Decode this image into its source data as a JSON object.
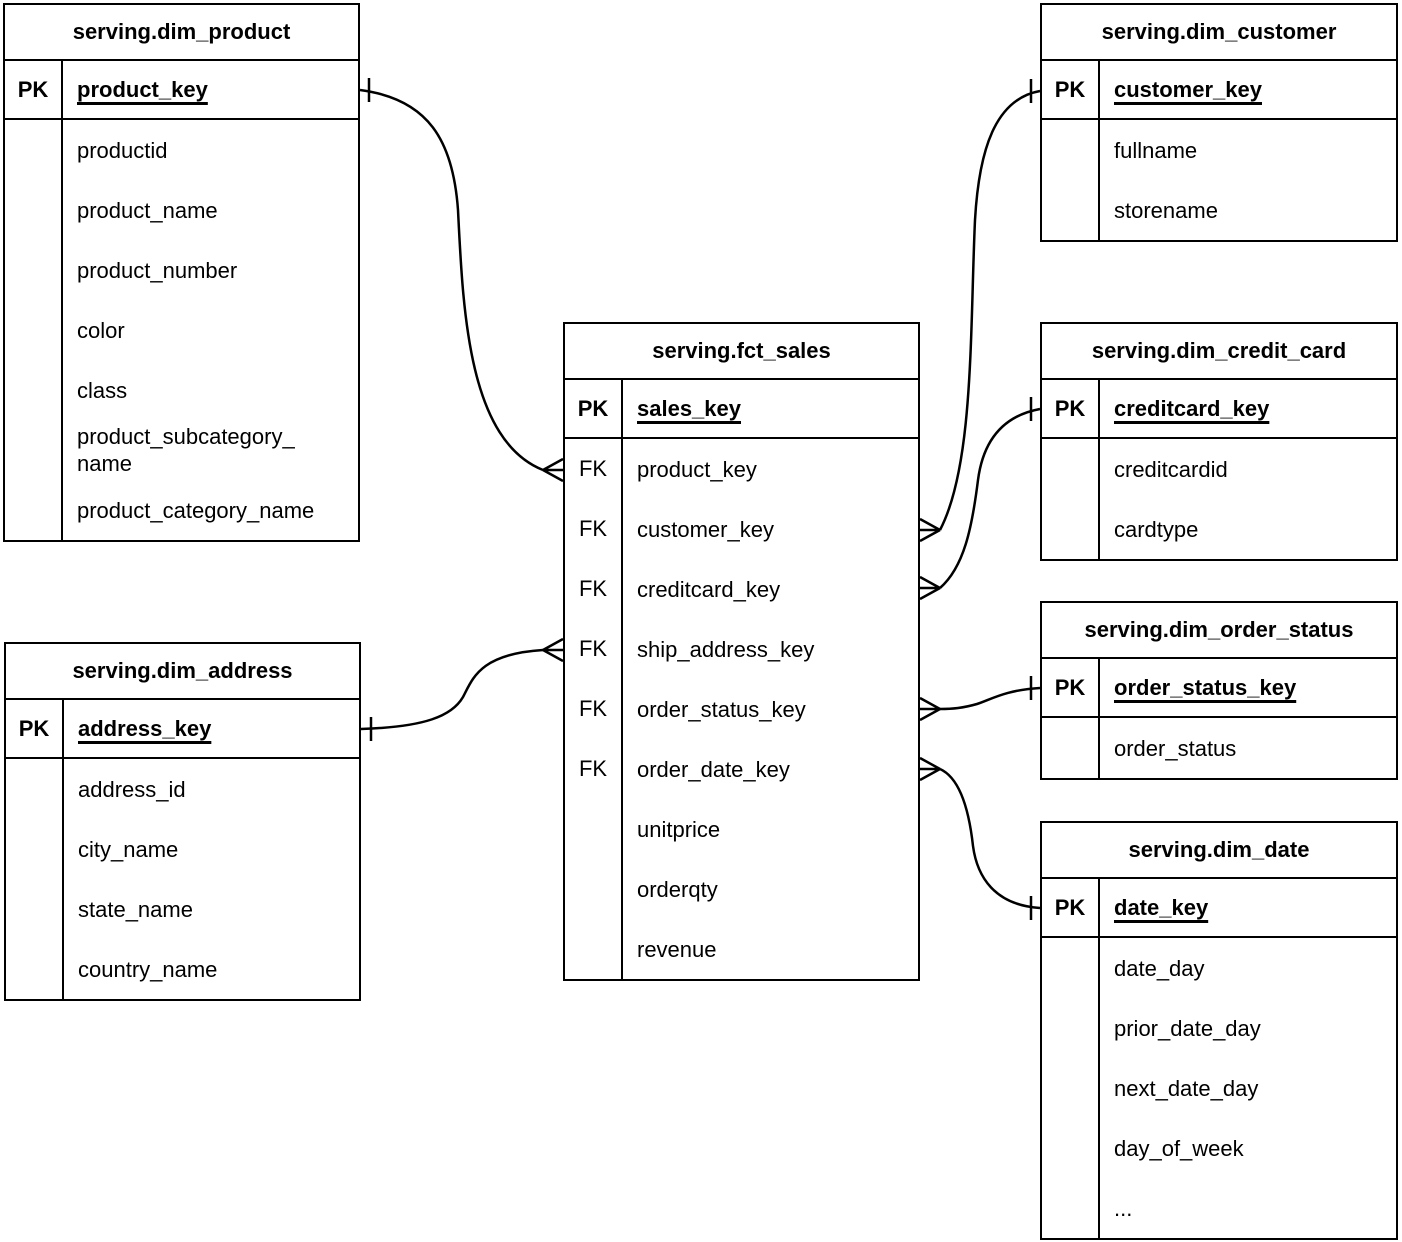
{
  "diagram": {
    "colors": {
      "line": "#000000",
      "background": "#ffffff",
      "text": "#000000"
    },
    "tables": [
      {
        "id": "dim_product",
        "title": "serving.dim_product",
        "pk_label": "PK",
        "pk_field": "product_key",
        "fields": [
          {
            "key_label": "",
            "name": "productid"
          },
          {
            "key_label": "",
            "name": "product_name"
          },
          {
            "key_label": "",
            "name": "product_number"
          },
          {
            "key_label": "",
            "name": "color"
          },
          {
            "key_label": "",
            "name": "class"
          },
          {
            "key_label": "",
            "name": "product_subcategory_name"
          },
          {
            "key_label": "",
            "name": "product_category_name"
          }
        ]
      },
      {
        "id": "dim_customer",
        "title": "serving.dim_customer",
        "pk_label": "PK",
        "pk_field": "customer_key",
        "fields": [
          {
            "key_label": "",
            "name": "fullname"
          },
          {
            "key_label": "",
            "name": "storename"
          }
        ]
      },
      {
        "id": "fct_sales",
        "title": "serving.fct_sales",
        "pk_label": "PK",
        "pk_field": "sales_key",
        "fields": [
          {
            "key_label": "FK",
            "name": "product_key"
          },
          {
            "key_label": "FK",
            "name": "customer_key"
          },
          {
            "key_label": "FK",
            "name": "creditcard_key"
          },
          {
            "key_label": "FK",
            "name": "ship_address_key"
          },
          {
            "key_label": "FK",
            "name": "order_status_key"
          },
          {
            "key_label": "FK",
            "name": "order_date_key"
          },
          {
            "key_label": "",
            "name": "unitprice"
          },
          {
            "key_label": "",
            "name": "orderqty"
          },
          {
            "key_label": "",
            "name": "revenue"
          }
        ]
      },
      {
        "id": "dim_credit_card",
        "title": "serving.dim_credit_card",
        "pk_label": "PK",
        "pk_field": "creditcard_key",
        "fields": [
          {
            "key_label": "",
            "name": "creditcardid"
          },
          {
            "key_label": "",
            "name": "cardtype"
          }
        ]
      },
      {
        "id": "dim_order_status",
        "title": "serving.dim_order_status",
        "pk_label": "PK",
        "pk_field": "order_status_key",
        "fields": [
          {
            "key_label": "",
            "name": "order_status"
          }
        ]
      },
      {
        "id": "dim_date",
        "title": "serving.dim_date",
        "pk_label": "PK",
        "pk_field": "date_key",
        "fields": [
          {
            "key_label": "",
            "name": "date_day"
          },
          {
            "key_label": "",
            "name": "prior_date_day"
          },
          {
            "key_label": "",
            "name": "next_date_day"
          },
          {
            "key_label": "",
            "name": "day_of_week"
          },
          {
            "key_label": "",
            "name": "..."
          }
        ]
      },
      {
        "id": "dim_address",
        "title": "serving.dim_address",
        "pk_label": "PK",
        "pk_field": "address_key",
        "fields": [
          {
            "key_label": "",
            "name": "address_id"
          },
          {
            "key_label": "",
            "name": "city_name"
          },
          {
            "key_label": "",
            "name": "state_name"
          },
          {
            "key_label": "",
            "name": "country_name"
          }
        ]
      }
    ],
    "relationships": [
      {
        "many_end": "serving.fct_sales.product_key",
        "one_end": "serving.dim_product.product_key",
        "notation": "crow-foot-many-to-one"
      },
      {
        "many_end": "serving.fct_sales.customer_key",
        "one_end": "serving.dim_customer.customer_key",
        "notation": "crow-foot-many-to-one"
      },
      {
        "many_end": "serving.fct_sales.creditcard_key",
        "one_end": "serving.dim_credit_card.creditcard_key",
        "notation": "crow-foot-many-to-one"
      },
      {
        "many_end": "serving.fct_sales.ship_address_key",
        "one_end": "serving.dim_address.address_key",
        "notation": "crow-foot-many-to-one"
      },
      {
        "many_end": "serving.fct_sales.order_status_key",
        "one_end": "serving.dim_order_status.order_status_key",
        "notation": "crow-foot-many-to-one"
      },
      {
        "many_end": "serving.fct_sales.order_date_key",
        "one_end": "serving.dim_date.date_key",
        "notation": "crow-foot-many-to-one"
      }
    ]
  }
}
